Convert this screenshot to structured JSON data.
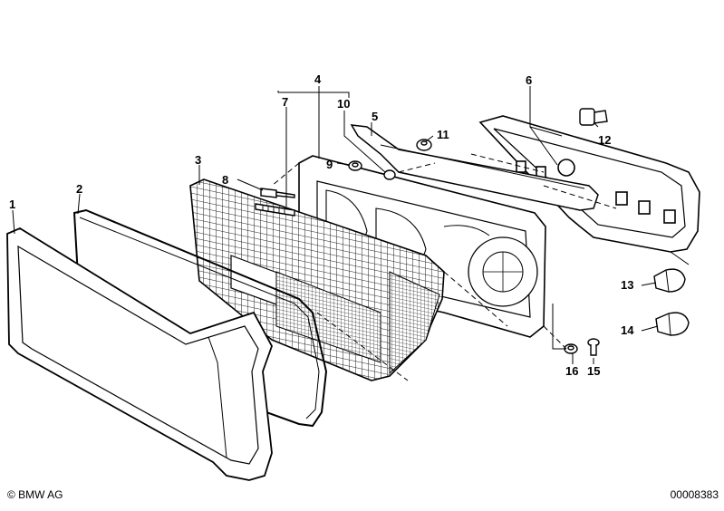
{
  "diagram": {
    "callouts": [
      "1",
      "2",
      "3",
      "4",
      "5",
      "6",
      "7",
      "8",
      "9",
      "10",
      "11",
      "12",
      "13",
      "14",
      "15",
      "16"
    ]
  },
  "footer": {
    "copyright": "© BMW AG",
    "code": "00008383"
  }
}
